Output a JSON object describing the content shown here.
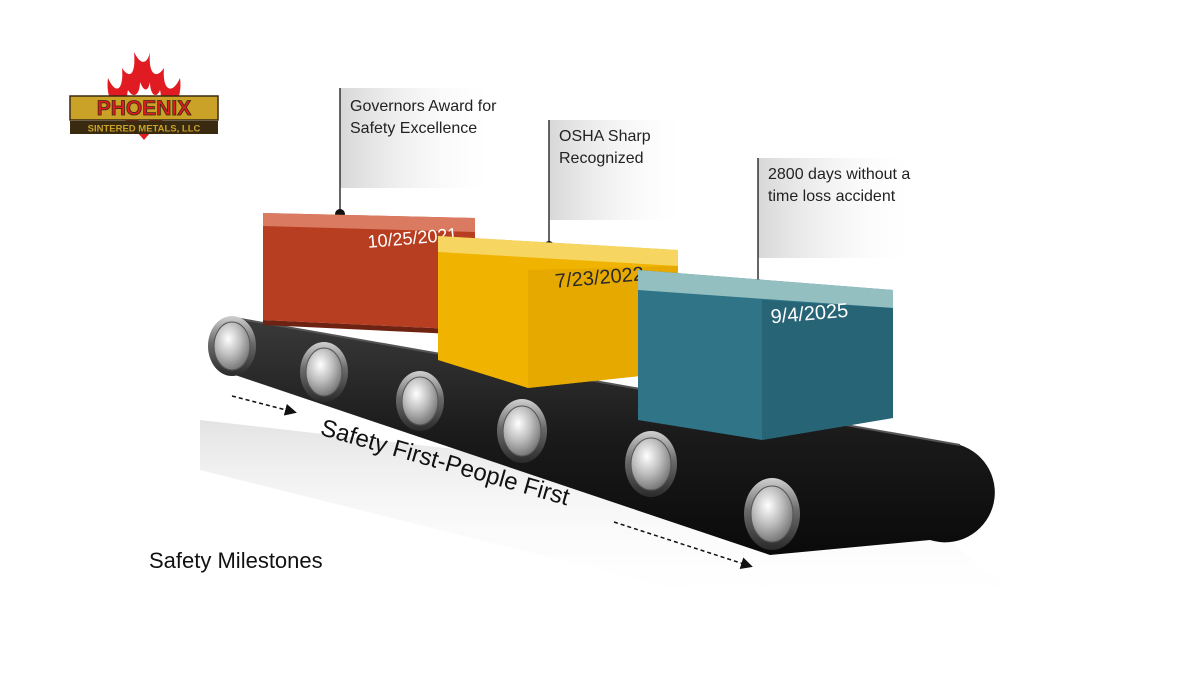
{
  "logo": {
    "wordmark": "PHOENIX",
    "subtitle": "SINTERED METALS, LLC",
    "colors": {
      "flame": "#e01b22",
      "gold": "#c9a227",
      "text_dark": "#3a2a10"
    }
  },
  "milestones": [
    {
      "date": "10/25/2021",
      "caption": [
        "Governors Award for",
        "Safety Excellence"
      ],
      "color": "#c0462a",
      "color_dark": "#8e2f1a"
    },
    {
      "date": "7/23/2022",
      "caption": [
        "OSHA Sharp",
        "Recognized"
      ],
      "color": "#f0b400",
      "color_dark": "#c48c00"
    },
    {
      "date": "9/4/2025",
      "caption": [
        "2800 days without a",
        "time loss accident"
      ],
      "color": "#2f7487",
      "color_dark": "#1f5566"
    }
  ],
  "conveyor": {
    "slogan": "Safety First-People First",
    "belt_color": "#1e1e1e"
  },
  "footer": {
    "title": "Safety Milestones"
  }
}
